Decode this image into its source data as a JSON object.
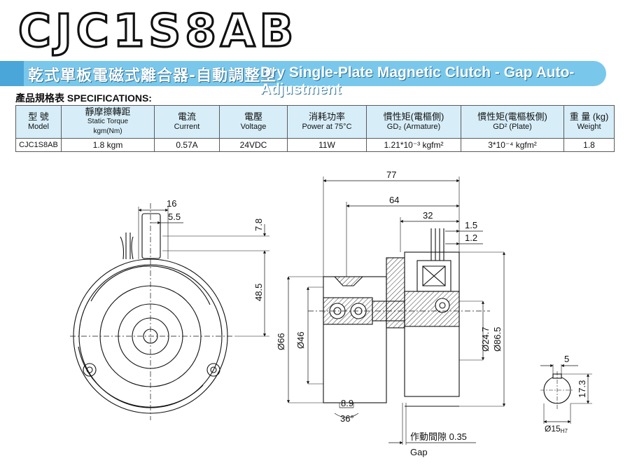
{
  "title": "CJC1S8AB",
  "banner": {
    "zh": "乾式單板電磁式離合器-自動調整型",
    "en": "Dry Single-Plate Magnetic Clutch - Gap Auto-Adjustment"
  },
  "spec_heading": "產品規格表 SPECIFICATIONS:",
  "table": {
    "headers": [
      {
        "zh": "型 號",
        "en": "Model"
      },
      {
        "zh": "靜摩擦轉距",
        "en": "Static Torque",
        "en2": "kgm(Nm)"
      },
      {
        "zh": "電流",
        "en": "Current"
      },
      {
        "zh": "電壓",
        "en": "Voltage"
      },
      {
        "zh": "消耗功率",
        "en": "Power at 75°C"
      },
      {
        "zh": "慣性矩(電樞側)",
        "en": "GD₂ (Armature)"
      },
      {
        "zh": "慣性矩(電樞板側)",
        "en": "GD² (Plate)"
      },
      {
        "zh": "重 量 (kg)",
        "en": "Weight"
      }
    ],
    "row": [
      "CJC1S8AB",
      "1.8 kgm",
      "0.57A",
      "24VDC",
      "11W",
      "1.21*10⁻³ kgfm²",
      "3*10⁻⁴ kgfm²",
      "1.8"
    ]
  },
  "dims": {
    "d16": "16",
    "d5_5": "5.5",
    "d7_8": "7.8",
    "d48_5": "48.5",
    "d77": "77",
    "d64": "64",
    "d32": "32",
    "d1_5": "1.5",
    "d1_2": "1.2",
    "d66": "Ø66",
    "d46": "Ø46",
    "d24_7": "Ø24.7",
    "d86_5": "Ø86.5",
    "d8_9": "8.9",
    "d36": "36°",
    "gap_zh": "作動間隙 0.35",
    "gap_en": "Gap",
    "d5": "5",
    "d17_3": "17.3",
    "d15": "Ø15",
    "h7": "H7"
  }
}
